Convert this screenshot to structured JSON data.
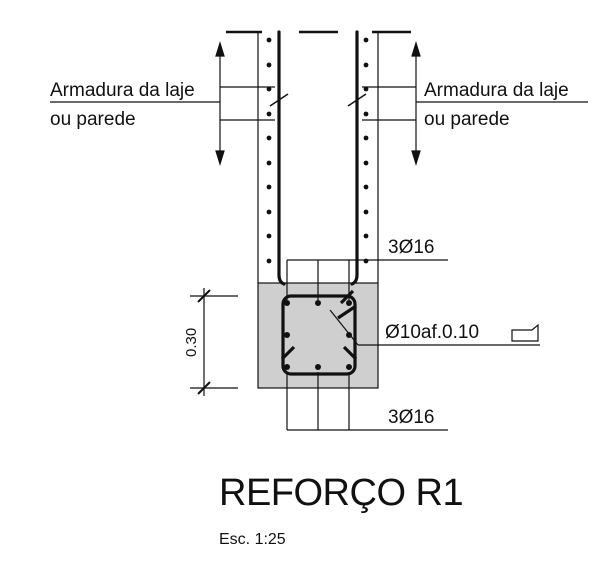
{
  "labels": {
    "left_line1": "Armadura da laje",
    "left_line2": "ou parede",
    "right_line1": "Armadura da laje",
    "right_line2": "ou parede",
    "top_bars": "3Ø16",
    "stirrup": "Ø10af.0.10",
    "bottom_bars": "3Ø16",
    "height_dim": "0.30"
  },
  "title": "REFORÇO R1",
  "scale": "Esc. 1:25",
  "colors": {
    "line": "#111111",
    "concrete_fill": "#cfcfcf"
  }
}
